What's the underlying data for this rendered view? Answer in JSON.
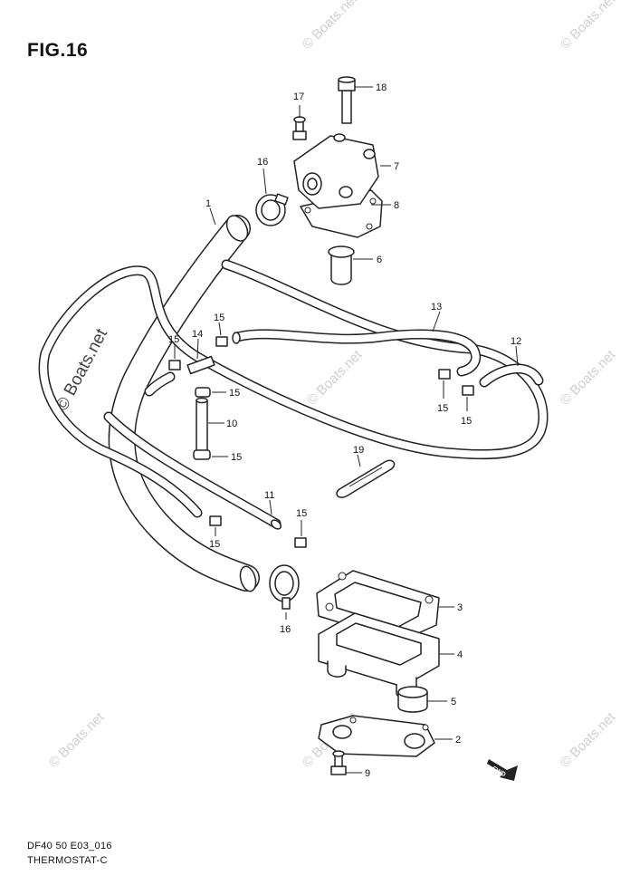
{
  "figure_title": "FIG.16",
  "caption_code": "DF40 50 E03_016",
  "caption_name": "THERMOSTAT-C",
  "watermarks": [
    "© Boats.net",
    "© Boats.net",
    "© Boats.net",
    "© Boats.net",
    "© Boats.net",
    "© Boats.net",
    "© Boats.net",
    "© Boats.net"
  ],
  "fwd_label": "FWD",
  "callouts": [
    "1",
    "2",
    "3",
    "4",
    "5",
    "6",
    "7",
    "8",
    "9",
    "10",
    "11",
    "12",
    "13",
    "14",
    "15",
    "15",
    "15",
    "15",
    "15",
    "15",
    "15",
    "15",
    "15",
    "16",
    "16",
    "17",
    "18",
    "19"
  ]
}
